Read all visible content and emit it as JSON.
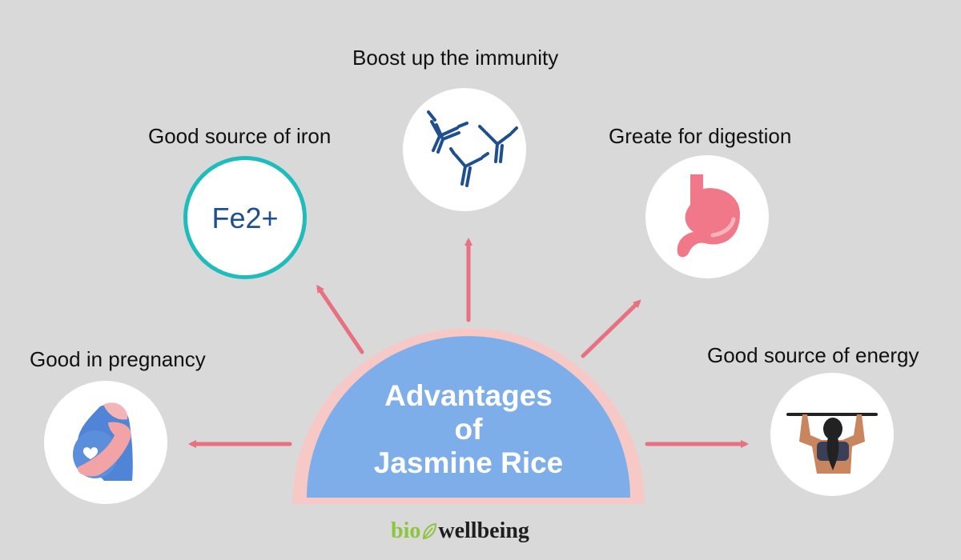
{
  "center": {
    "line1": "Advantages",
    "line2": "of",
    "line3": "Jasmine Rice"
  },
  "benefits": [
    {
      "label": "Good in pregnancy",
      "icon": "pregnant-woman-icon"
    },
    {
      "label": "Good source of iron",
      "icon": "iron-ion-icon",
      "icon_text": "Fe2+"
    },
    {
      "label": "Boost up the immunity",
      "icon": "antibody-icon"
    },
    {
      "label": "Greate for digestion",
      "icon": "stomach-icon"
    },
    {
      "label": "Good source of energy",
      "icon": "pull-up-athlete-icon"
    }
  ],
  "brand": {
    "part1": "bio",
    "part2": "wellbeing"
  },
  "colors": {
    "background": "#d9d9d9",
    "arrow": "#e8707f",
    "semicircle": "#7eaee9",
    "semicircle_border": "#f6c9c6",
    "iron_ring": "#1fbcbc",
    "antibody": "#1f4f8e",
    "stomach": "#f07888",
    "brand_green": "#8cc63f"
  }
}
